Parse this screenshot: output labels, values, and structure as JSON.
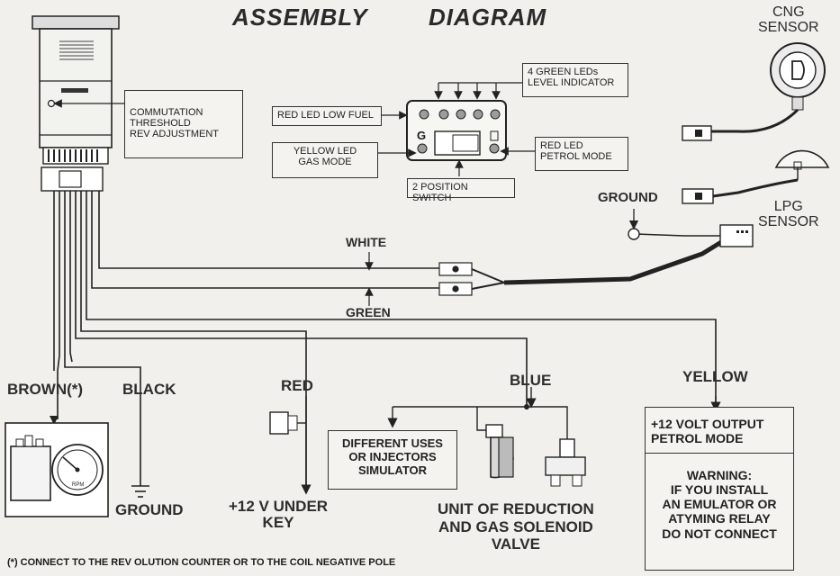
{
  "title_left": "ASSEMBLY",
  "title_right": "DIAGRAM",
  "boxes": {
    "commutation": "COMMUTATION\nTHRESHOLD\nREV ADJUSTMENT",
    "red_led_low_fuel": "RED LED LOW FUEL",
    "yellow_led": "YELLOW LED\nGAS MODE",
    "green_leds": "4 GREEN LEDs\nLEVEL INDICATOR",
    "red_led_petrol": "RED LED\nPETROL MODE",
    "switch": "2 POSITION SWITCH",
    "injectors": "DIFFERENT USES\nOR INJECTORS\nSIMULATOR",
    "output": "+12 VOLT OUTPUT\nPETROL MODE",
    "warning": "WARNING:\nIF YOU INSTALL\nAN EMULATOR OR\nATYMING RELAY\nDO NOT CONNECT"
  },
  "labels": {
    "cng_sensor": "CNG\nSENSOR",
    "lpg_sensor": "LPG\nSENSOR",
    "ground_top": "GROUND",
    "white": "WHITE",
    "green": "GREEN",
    "brown": "BROWN(*)",
    "black": "BLACK",
    "red": "RED",
    "blue": "BLUE",
    "yellow": "YELLOW",
    "ground_bottom": "GROUND",
    "plus12_key": "+12 V UNDER\nKEY",
    "reduction": "UNIT OF REDUCTION\nAND GAS SOLENOID\nVALVE",
    "panel_g": "G",
    "rpm": "RPM"
  },
  "footnote": "(*) CONNECT TO THE REV OLUTION COUNTER OR TO THE COIL NEGATIVE POLE"
}
